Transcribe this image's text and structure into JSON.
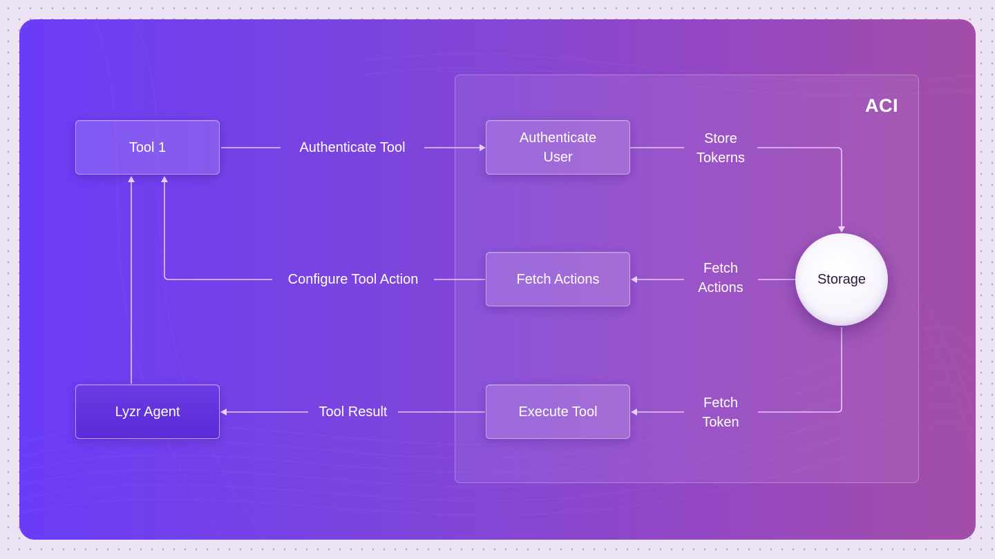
{
  "diagram": {
    "container_title": "ACI",
    "nodes": {
      "tool1": "Tool 1",
      "lyzr_agent": "Lyzr Agent",
      "authenticate_user": "Authenticate\nUser",
      "fetch_actions": "Fetch Actions",
      "execute_tool": "Execute Tool",
      "storage": "Storage"
    },
    "edges": {
      "authenticate_tool": "Authenticate Tool",
      "configure_tool_action": "Configure Tool Action",
      "tool_result": "Tool Result",
      "store_tokens": "Store\nTokerns",
      "fetch_actions": "Fetch\nActions",
      "fetch_token": "Fetch\nToken"
    },
    "colors": {
      "gradient_start": "#6a3cf6",
      "gradient_end": "#a24ea8",
      "connector": "#e8c8ff",
      "text": "#ffffff"
    }
  }
}
